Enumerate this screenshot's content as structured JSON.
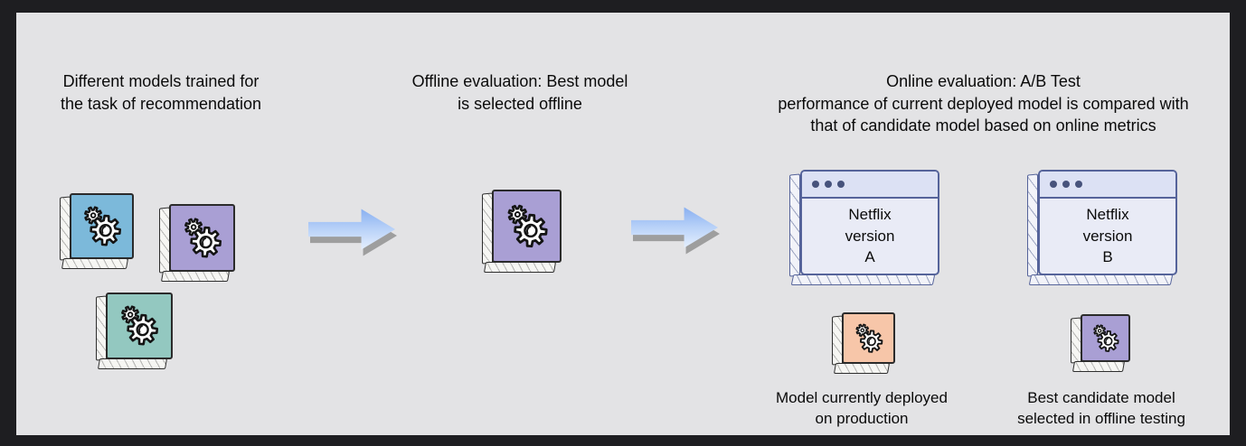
{
  "diagram": {
    "stage1": {
      "heading": "Different models trained for\nthe task of recommendation",
      "models": [
        {
          "name": "trained-model-blue",
          "color": "#7cb9da"
        },
        {
          "name": "trained-model-purple",
          "color": "#a99fd4"
        },
        {
          "name": "trained-model-teal",
          "color": "#93c8c0"
        }
      ]
    },
    "stage2": {
      "heading": "Offline evaluation: Best model\nis selected offline",
      "selected_model_color": "#a99fd4"
    },
    "stage3": {
      "heading": "Online evaluation: A/B Test\nperformance of current deployed model is compared with\nthat of candidate model based on online metrics",
      "variant_a": {
        "window_title": "Netflix\nversion\nA",
        "model_color": "#f7c6a9",
        "caption": "Model currently deployed\non production"
      },
      "variant_b": {
        "window_title": "Netflix\nversion\nB",
        "model_color": "#a99fd4",
        "caption": "Best candidate model\nselected in offline testing"
      }
    },
    "icons": {
      "model": "gear-icon",
      "window_controls": "window-dots-icon",
      "flow": "arrow-right-icon"
    },
    "colors": {
      "frame": "#1e1e21",
      "panel": "#e3e3e5",
      "arrow_top": "#85adf0",
      "arrow_bottom": "#e8f1fe",
      "arrow_shadow": "#9e9e9e",
      "window_border": "#55639a",
      "window_titlebar": "#dce1f4",
      "window_body": "#e9ebf6",
      "box_edge": "#f6f6f3"
    }
  }
}
